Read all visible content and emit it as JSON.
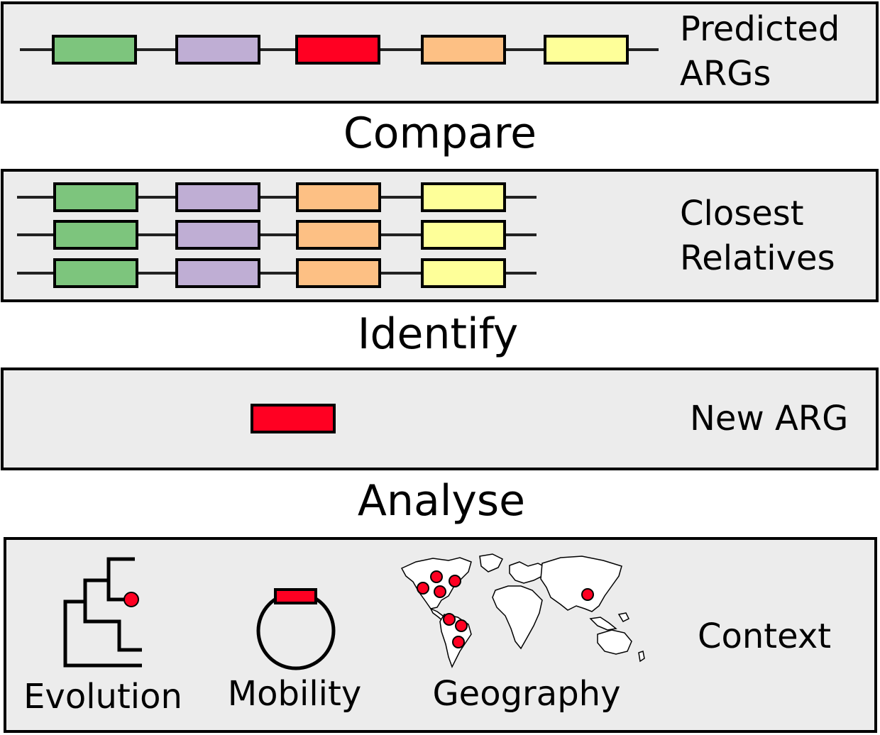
{
  "colors": {
    "green": "#7dc57d",
    "purple": "#bfaed4",
    "red": "#ff0022",
    "orange": "#fdc084",
    "yellow": "#feff99",
    "panel_fill": "#ececec",
    "outline": "#000000"
  },
  "panels": {
    "predicted": {
      "label_line1": "Predicted",
      "label_line2": "ARGs",
      "genes": [
        "green",
        "purple",
        "red",
        "orange",
        "yellow"
      ]
    },
    "relatives": {
      "label_line1": "Closest",
      "label_line2": "Relatives",
      "rows": 3,
      "genes": [
        "green",
        "purple",
        "orange",
        "yellow"
      ]
    },
    "new_arg": {
      "label": "New ARG",
      "gene": "red"
    },
    "context": {
      "label": "Context",
      "items": [
        {
          "label": "Evolution",
          "icon": "phylogenetic-tree-icon"
        },
        {
          "label": "Mobility",
          "icon": "plasmid-icon"
        },
        {
          "label": "Geography",
          "icon": "world-map-icon"
        }
      ]
    }
  },
  "steps": {
    "compare": "Compare",
    "identify": "Identify",
    "analyse": "Analyse"
  }
}
